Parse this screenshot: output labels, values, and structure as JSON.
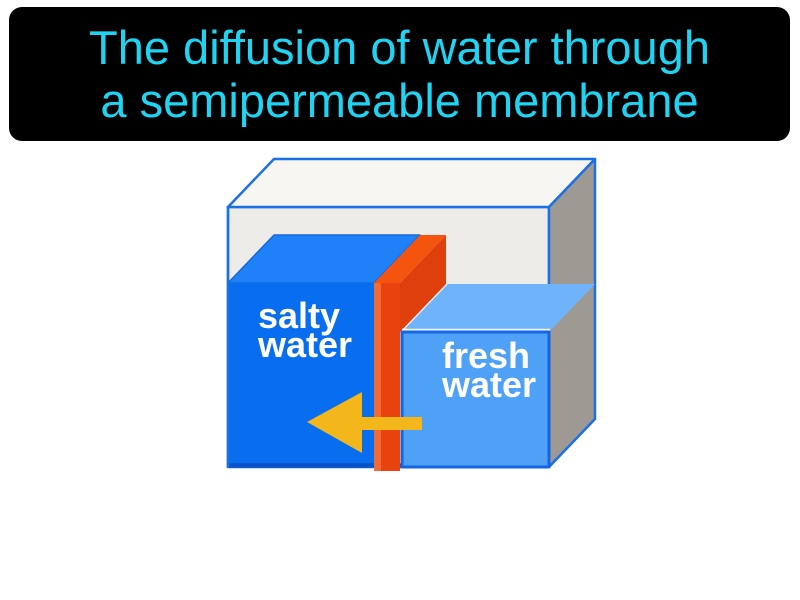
{
  "title": {
    "line1": "The diffusion of water through",
    "line2": "a semipermeable membrane"
  },
  "diagram": {
    "labels": {
      "salty": {
        "line1": "salty",
        "line2": "water"
      },
      "fresh": {
        "line1": "fresh",
        "line2": "water"
      }
    },
    "colors": {
      "background": "#FFFFFF",
      "banner_background": "#000000",
      "banner_text": "#1FD4F2",
      "tank_edge_blue": "#1B70E6",
      "tank_top_face": "#F7F6F3",
      "tank_front_face": "#EEECE9",
      "tank_side_face": "#9E9A93",
      "salty_water_front": "#096DEF",
      "salty_water_top": "#1E81F8",
      "salty_water_bottom_edge": "#0B52C6",
      "fresh_water_front": "#4FA1F8",
      "fresh_water_top": "#6FB3FA",
      "fresh_water_border": "#1565E0",
      "fresh_water_surface_highlight": "#F4F7FB",
      "membrane_front": "#E8430F",
      "membrane_top": "#F4540E",
      "membrane_side": "#DE3F0C",
      "membrane_highlight": "#F5713B",
      "arrow_fill": "#F4B71B",
      "label_text": "#FFFFFF"
    }
  }
}
